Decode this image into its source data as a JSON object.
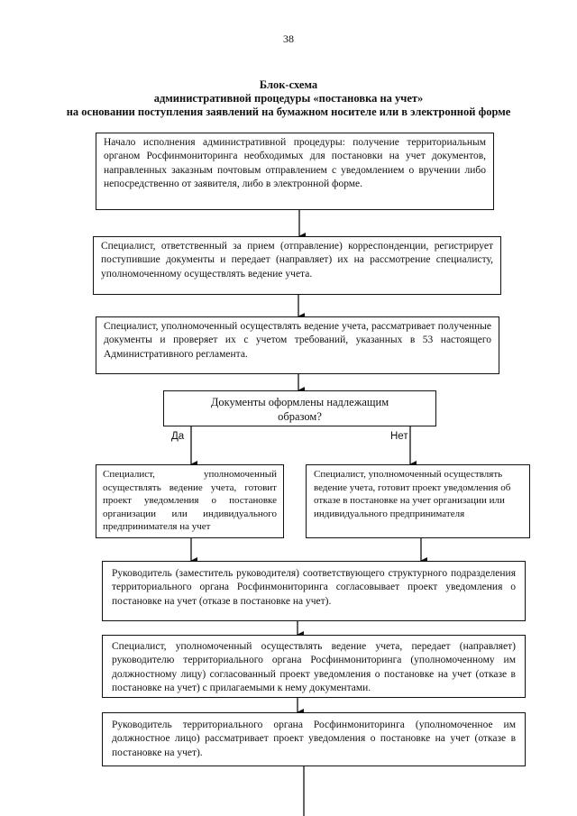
{
  "page_number": "38",
  "title": {
    "line1": "Блок-схема",
    "line2": "административной процедуры «постановка на учет»",
    "line3": "на основании поступления заявлений на бумажном носителе или в электронной форме"
  },
  "boxes": {
    "start": "Начало исполнения административной процедуры: получение территориальным органом Росфинмониторинга необходимых для постановки на учет документов, направленных заказным почтовым отправлением с уведомлением о вручении либо непосредственно от заявителя, либо в электронной форме.",
    "registration": "Специалист, ответственный за прием (отправление) корреспонденции, регистрирует поступившие документы и передает (направляет) их на рассмотрение специалисту, уполномоченному осуществлять ведение учета.",
    "review": "Специалист, уполномоченный осуществлять ведение учета, рассматривает полученные документы и проверяет их с учетом требований, указанных в 53 настоящего Административного регламента.",
    "decision": "Документы оформлены надлежащим образом?",
    "yes_branch": "Специалист, уполномоченный осуществлять ведение учета, готовит проект уведомления о постановке организации или индивидуального предпринимателя на учет",
    "no_branch": "Специалист, уполномоченный осуществлять ведение учета, готовит проект уведомления об отказе в постановке на учет организации или индивидуального предпринимателя",
    "approval": "Руководитель (заместитель руководителя) соответствующего структурного подразделения территориального органа Росфинмониторинга согласовывает проект уведомления о постановке на учет (отказе в постановке на учет).",
    "transfer": "Специалист, уполномоченный осуществлять ведение учета, передает (направляет) руководителю территориального органа Росфинмониторинга (уполномоченному им должностному лицу) согласованный проект уведомления о постановке на учет (отказе в постановке на учет) с прилагаемыми к нему документами.",
    "head_review": "Руководитель территориального органа Росфинмониторинга (уполномоченное им должностное лицо) рассматривает проект уведомления о постановке на учет (отказе в постановке на учет)."
  },
  "labels": {
    "yes": "Да",
    "no": "Нет"
  }
}
